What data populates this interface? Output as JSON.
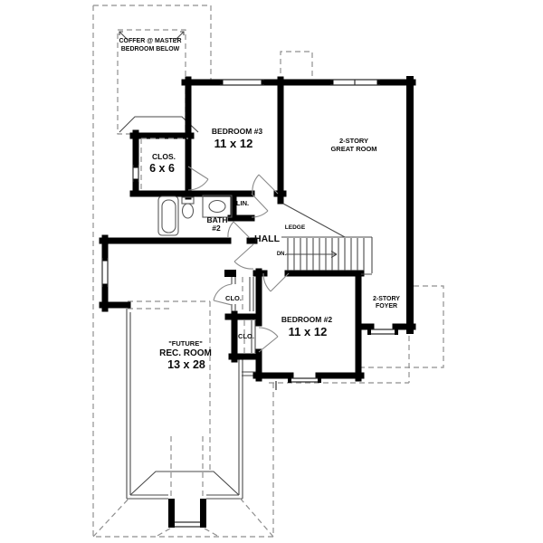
{
  "labels": {
    "coffer_line1": "COFFER @ MASTER",
    "coffer_line2": "BEDROOM BELOW",
    "bedroom3_name": "BEDROOM #3",
    "bedroom3_dims": "11 x 12",
    "great_room_line1": "2-STORY",
    "great_room_line2": "GREAT ROOM",
    "closet_name": "CLOS.",
    "closet_dims": "6 x 6",
    "linen": "LIN.",
    "bath_line1": "BATH",
    "bath_line2": "#2",
    "hall": "HALL",
    "ledge": "LEDGE",
    "stairs_dn": "DN.",
    "closet_upper": "CLO.",
    "closet_lower": "CLO.",
    "bedroom2_name": "BEDROOM #2",
    "bedroom2_dims": "11 x 12",
    "foyer_line1": "2-STORY",
    "foyer_line2": "FOYER",
    "rec_room_line1": "\"FUTURE\"",
    "rec_room_line2": "REC. ROOM",
    "rec_room_dims": "13 x 28"
  }
}
